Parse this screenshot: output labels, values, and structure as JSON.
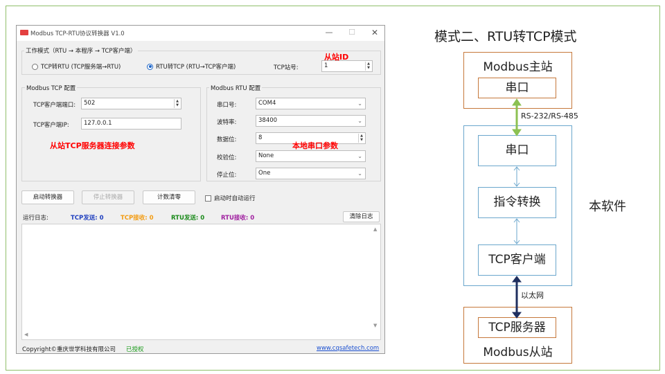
{
  "app": {
    "title": "Modbus TCP-RTU协议转换器 V1.0",
    "window_controls": {
      "minimize": "—",
      "maximize": "☐",
      "close": "✕"
    },
    "mode_group": {
      "title": "工作模式（RTU → 本程序 → TCP客户端）",
      "option1": "TCP转RTU (TCP服务端→RTU)",
      "option2": "RTU转TCP (RTU→TCP客户端)",
      "selected": "option2",
      "station_label": "TCP站号:",
      "station_value": "1"
    },
    "tcp_group": {
      "title": "Modbus TCP 配置",
      "port_label": "TCP客户端端口:",
      "port_value": "502",
      "ip_label": "TCP客户端IP:",
      "ip_value": "127.0.0.1"
    },
    "rtu_group": {
      "title": "Modbus RTU 配置",
      "port_label": "串口号:",
      "port_value": "COM4",
      "baud_label": "波特率:",
      "baud_value": "38400",
      "databits_label": "数据位:",
      "databits_value": "8",
      "parity_label": "校验位:",
      "parity_value": "None",
      "stopbits_label": "停止位:",
      "stopbits_value": "One"
    },
    "buttons": {
      "start": "启动转换器",
      "stop": "停止转换器",
      "reset": "计数清零",
      "autostart": "启动时自动运行",
      "clear_log": "清除日志"
    },
    "log": {
      "label": "运行日志:",
      "tcp_sent": "TCP发送: 0",
      "tcp_recv": "TCP接收: 0",
      "rtu_sent": "RTU发送: 0",
      "rtu_recv": "RTU接收: 0"
    },
    "status": {
      "copyright": "Copyright©重庆世学科技有限公司",
      "license": "已授权",
      "link": "www.cqsafetech.com"
    },
    "annotations": {
      "slave_id": "从站ID",
      "tcp_params": "从站TCP服务器连接参数",
      "serial_params": "本地串口参数"
    }
  },
  "diagram": {
    "heading": "模式二、RTU转TCP模式",
    "master_title": "Modbus主站",
    "master_port": "串口",
    "link1": "RS-232/RS-485",
    "sw_port": "串口",
    "sw_convert": "指令转换",
    "sw_client": "TCP客户端",
    "software_label": "本软件",
    "link2": "以太网",
    "server_box": "TCP服务器",
    "slave_title": "Modbus从站"
  },
  "colors": {
    "annotation": "#ff0000",
    "tcp_sent": "#1f3fbf",
    "tcp_recv": "#f39c12",
    "rtu_sent": "#1a8a1a",
    "rtu_recv": "#a020a0",
    "link_green": "#8cc152",
    "link_dark": "#1f2f5f"
  }
}
